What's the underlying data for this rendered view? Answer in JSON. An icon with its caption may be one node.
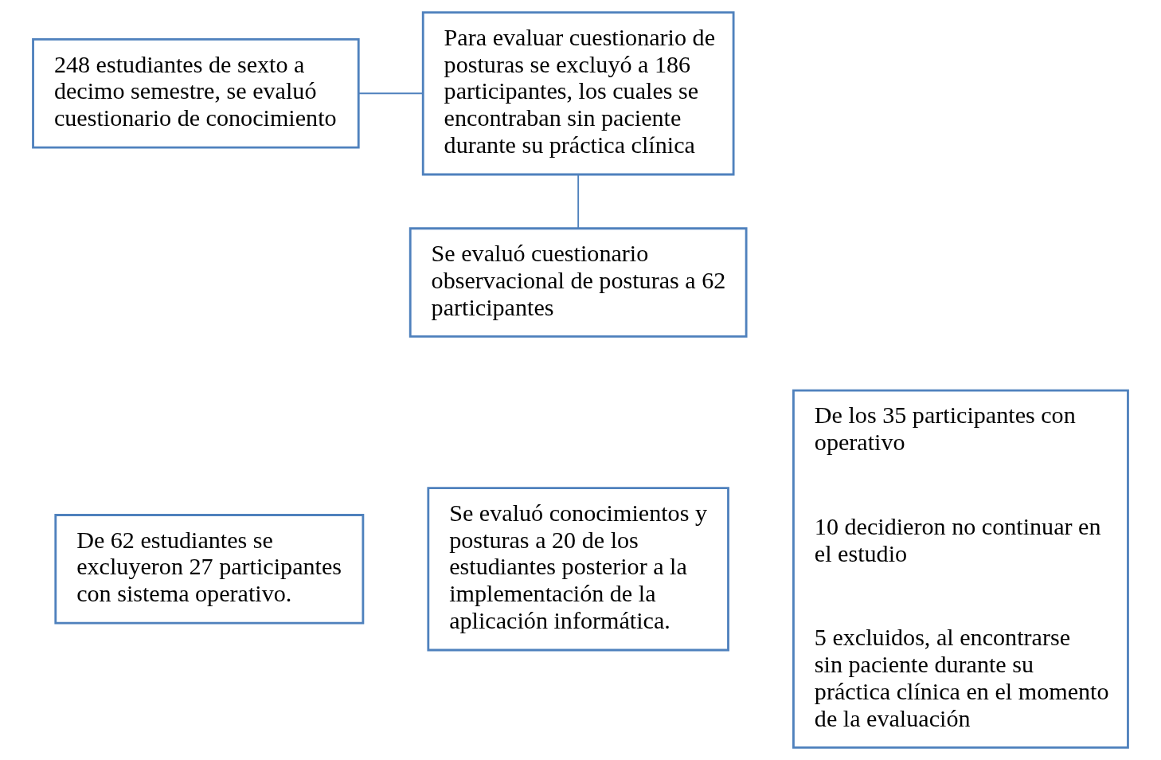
{
  "diagram": {
    "nodes": [
      {
        "text": [
          "248 estudiantes de sexto a decimo semestre, se evaluó cuestionario de conocimiento"
        ]
      },
      {
        "text": [
          "Para evaluar cuestionario de posturas se excluyó a 186 participantes, los cuales se encontraban sin paciente durante su práctica clínica"
        ]
      },
      {
        "text": [
          "Se evaluó cuestionario observacional de posturas a 62 participantes"
        ]
      },
      {
        "text": [
          "De 62 estudiantes se excluyeron 27 participantes con sistema operativo."
        ]
      },
      {
        "text": [
          "Se evaluó conocimientos y posturas a 20 de los estudiantes posterior a la implementación de la aplicación informática."
        ]
      },
      {
        "text": [
          "De los 35 participantes con operativo",
          "10 decidieron no continuar en el estudio",
          "5 excluidos, al encontrarse sin paciente durante su práctica clínica en el momento de la evaluación"
        ]
      }
    ],
    "edges": [
      {
        "from": 0,
        "to": 1,
        "arrow": "none"
      },
      {
        "from": 1,
        "to": 2,
        "arrow": "none"
      }
    ]
  }
}
